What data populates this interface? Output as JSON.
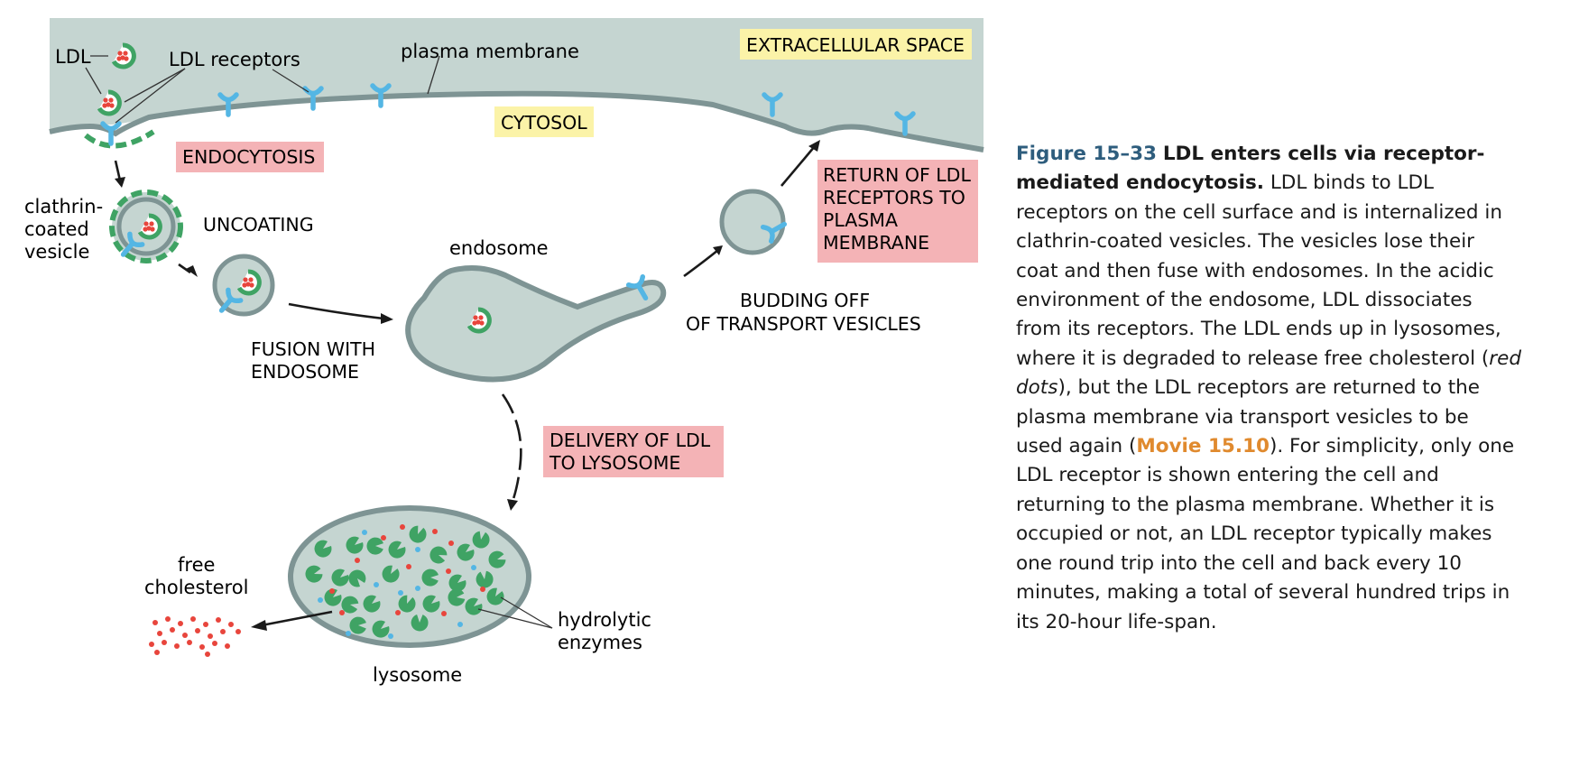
{
  "diagram": {
    "labels": {
      "ldl": "LDL",
      "ldl_receptors": "LDL receptors",
      "plasma_membrane": "plasma membrane",
      "extracellular_space": "EXTRACELLULAR SPACE",
      "cytosol": "CYTOSOL",
      "endocytosis": "ENDOCYTOSIS",
      "clathrin_coated_vesicle": [
        "clathrin-",
        "coated",
        "vesicle"
      ],
      "uncoating": "UNCOATING",
      "endosome": "endosome",
      "fusion_with_endosome": [
        "FUSION WITH",
        "ENDOSOME"
      ],
      "budding_off": [
        "BUDDING OFF",
        "OF TRANSPORT VESICLES"
      ],
      "return_of_ldl": [
        "RETURN OF LDL",
        "RECEPTORS TO",
        "PLASMA",
        "MEMBRANE"
      ],
      "delivery_of_ldl": [
        "DELIVERY OF LDL",
        "TO LYSOSOME"
      ],
      "free_cholesterol": [
        "free",
        "cholesterol"
      ],
      "hydrolytic_enzymes": [
        "hydrolytic",
        "enzymes"
      ],
      "lysosome": "lysosome"
    },
    "colors": {
      "extracellular": "#c5d5d1",
      "membrane": "#7e9494",
      "vesicle_fill": "#c5d5d1",
      "receptor": "#54b6e4",
      "ldl_green": "#3fa364",
      "cholesterol_red": "#e8453c",
      "label_yellow": "#fbf3a8",
      "label_pink": "#f4b3b6"
    }
  },
  "caption": {
    "figure_number": "Figure 15–33",
    "title": "LDL enters cells via receptor-mediated endocytosis.",
    "text_1": "LDL binds to LDL receptors on the cell surface and is internalized in clathrin-coated vesicles. The vesicles lose their coat and then fuse with endosomes. In the acidic environment of the endosome, LDL dissociates from its receptors. The LDL ends up in lysosomes, where it is degraded to release free cholesterol (",
    "italic": "red dots",
    "text_2": "), but the LDL receptors are returned to the plasma membrane via transport vesicles to be used again (",
    "movie": "Movie 15.10",
    "text_3": "). For simplicity, only one LDL receptor is shown entering the cell and returning to the plasma membrane. Whether it is occupied or not, an LDL receptor typically makes one round trip into the cell and back every 10 minutes, making a total of several hundred trips in its 20-hour life-span."
  }
}
